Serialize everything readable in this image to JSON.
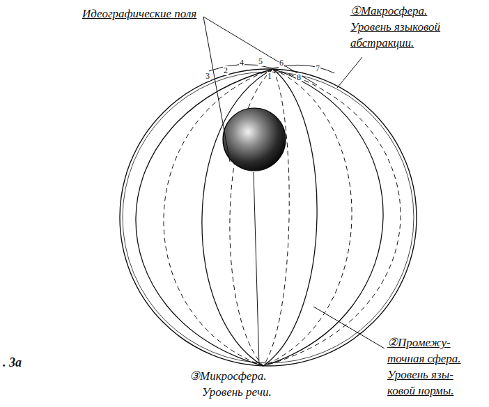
{
  "diagram": {
    "labels": [
      "Идеографические поля",
      "①Макросфера.",
      "Уровень языковой",
      "абстракции.",
      "②Промежу-",
      "точная сфера.",
      "Уровень язы-",
      "ковой нормы.",
      "③Микросфера.",
      "Уровень речи.",
      ". 3а",
      "3",
      "2",
      "4",
      "5",
      "6",
      "7",
      "1",
      "8"
    ]
  }
}
